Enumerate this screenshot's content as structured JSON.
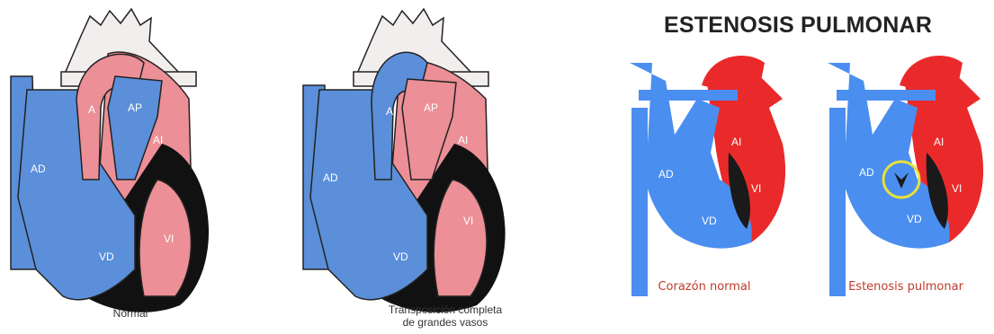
{
  "colors": {
    "blue": "#5b8fd9",
    "pink": "#ec8f96",
    "black": "#111111",
    "bright_red": "#ea2a2a",
    "bright_blue": "#4a8ef0",
    "caption_red": "#c0392b",
    "highlight": "#e7e13a"
  },
  "title": "ESTENOSIS PULMONAR",
  "panels": [
    {
      "labels": {
        "ap": "AP",
        "a": "A",
        "ad": "AD",
        "ai": "AI",
        "vd": "VD",
        "vi": "VI"
      },
      "caption": "Normal"
    },
    {
      "labels": {
        "a": "A",
        "ap": "AP",
        "ad": "AD",
        "ai": "AI",
        "vd": "VD",
        "vi": "VI"
      },
      "caption_line1": "Transposición completa",
      "caption_line2": "de grandes vasos"
    },
    {
      "labels": {
        "ad": "AD",
        "ai": "AI",
        "vd": "VD",
        "vi": "VI"
      },
      "caption": "Corazón normal"
    },
    {
      "labels": {
        "ad": "AD",
        "ai": "AI",
        "vd": "VD",
        "vi": "VI"
      },
      "caption": "Estenosis pulmonar"
    }
  ]
}
